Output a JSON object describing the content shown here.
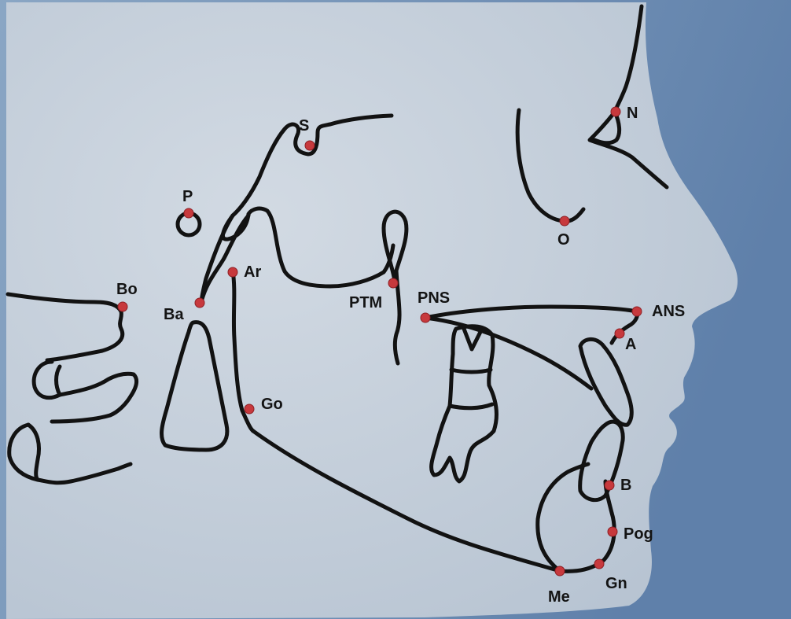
{
  "colors": {
    "paper": "#c3cdd8",
    "background_blue": "#7f9cbd",
    "ink": "#121212",
    "landmark": "#c7393d"
  },
  "landmarks": {
    "S": "S",
    "N": "N",
    "P": "P",
    "O": "O",
    "Ar": "Ar",
    "Bo": "Bo",
    "Ba": "Ba",
    "PTM": "PTM",
    "PNS": "PNS",
    "ANS": "ANS",
    "A": "A",
    "Go": "Go",
    "B": "B",
    "Pog": "Pog",
    "Gn": "Gn",
    "Me": "Me"
  }
}
